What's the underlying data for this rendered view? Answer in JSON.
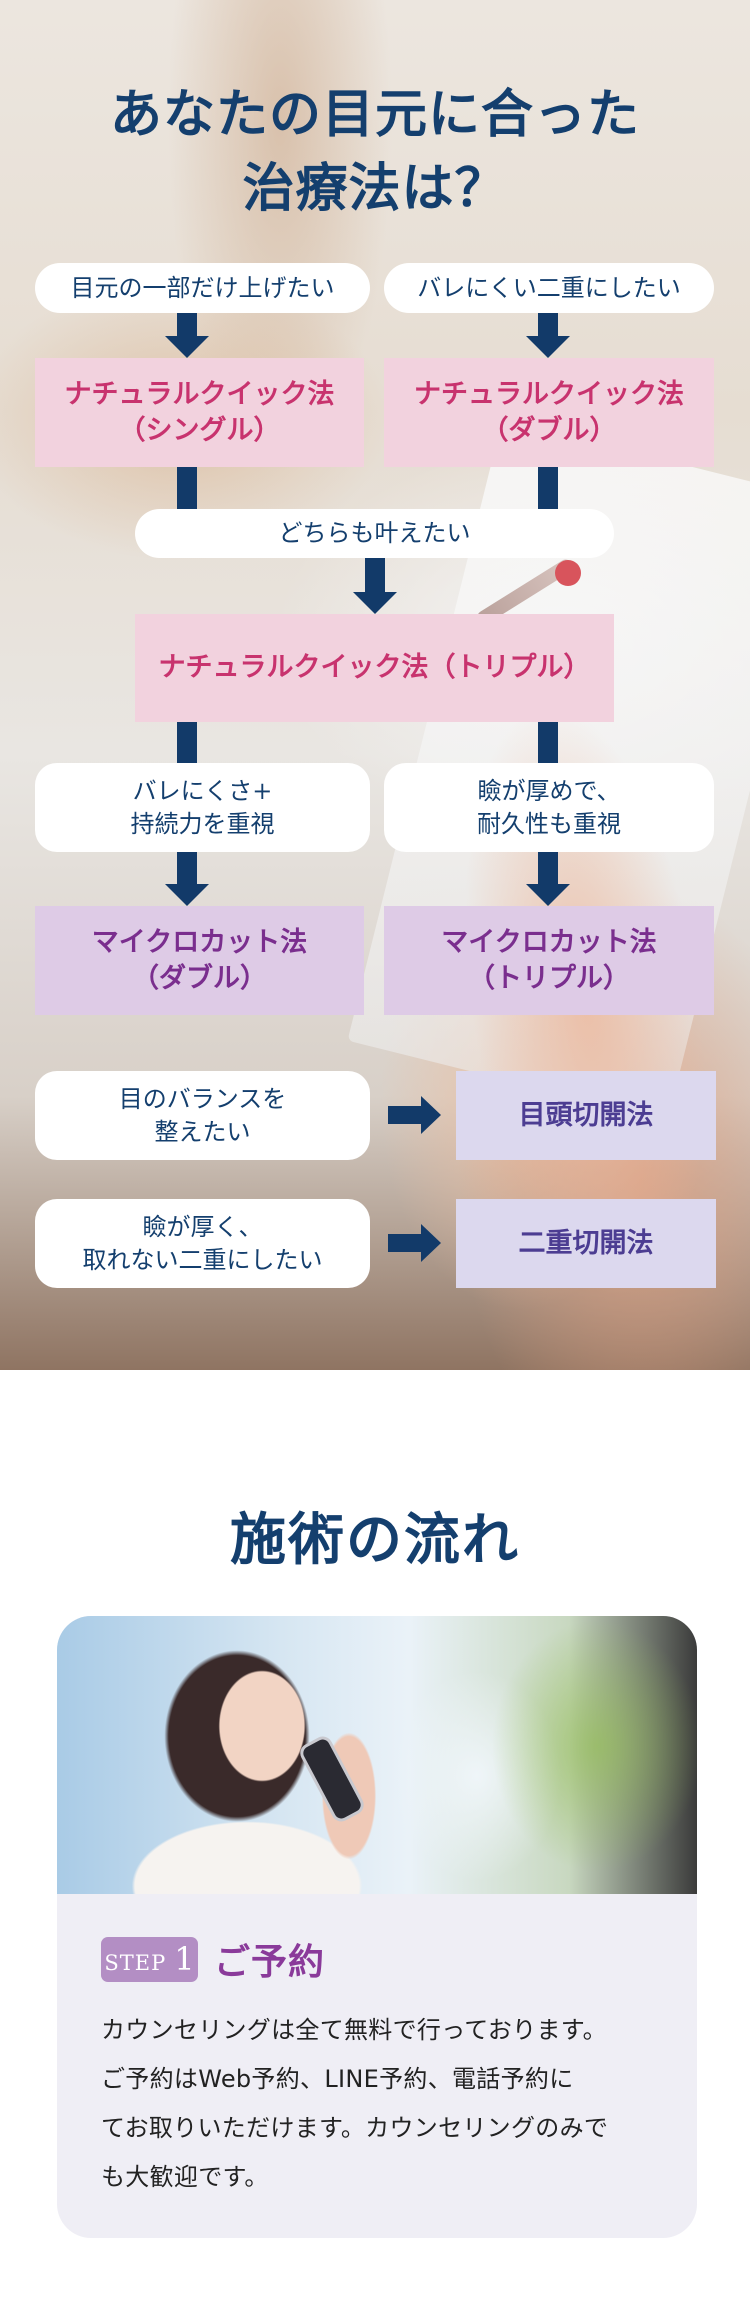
{
  "hero": {
    "title_lines": [
      "あなたの目元に合った",
      "治療法は？"
    ]
  },
  "flow": {
    "row1": {
      "left_need": "目元の一部だけ上げたい",
      "right_need": "バレにくい二重にしたい",
      "left_result": "ナチュラルクイック法\n（シングル）",
      "right_result": "ナチュラルクイック法\n（ダブル）"
    },
    "row2": {
      "need": "どちらも叶えたい",
      "result": "ナチュラルクイック法（トリプル）"
    },
    "row3": {
      "left_need": "バレにくさ+\n持続力を重視",
      "right_need": "瞼が厚めで、\n耐久性も重視",
      "left_result": "マイクロカット法\n（ダブル）",
      "right_result": "マイクロカット法\n（トリプル）"
    },
    "row4": {
      "need": "目のバランスを\n整えたい",
      "result": "目頭切開法"
    },
    "row5": {
      "need": "瞼が厚く、\n取れない二重にしたい",
      "result": "二重切開法"
    }
  },
  "procedure": {
    "title": "施術の流れ",
    "steps": [
      {
        "step_word": "STEP",
        "step_number": "1",
        "title": "ご予約",
        "text_lines": [
          "カウンセリングは全て無料で行っております。",
          "ご予約はWeb予約、LINE予約、電話予約に",
          "てお取りいただけます。カウンセリングのみで",
          "も大歓迎です。"
        ]
      }
    ]
  },
  "colors": {
    "navy": "#143f6e",
    "arrow": "#123a69",
    "pink_box": "#f2d2de",
    "pink_text": "#c8336e",
    "lavender_box": "#decbe6",
    "lavender_text": "#7a2e8e",
    "blue_lavender_box": "#dcd8ee",
    "blue_lavender_text": "#4c3d92",
    "step_badge": "#b38ec4",
    "step_title": "#8a3a9a",
    "card_bg": "#efeef5"
  }
}
